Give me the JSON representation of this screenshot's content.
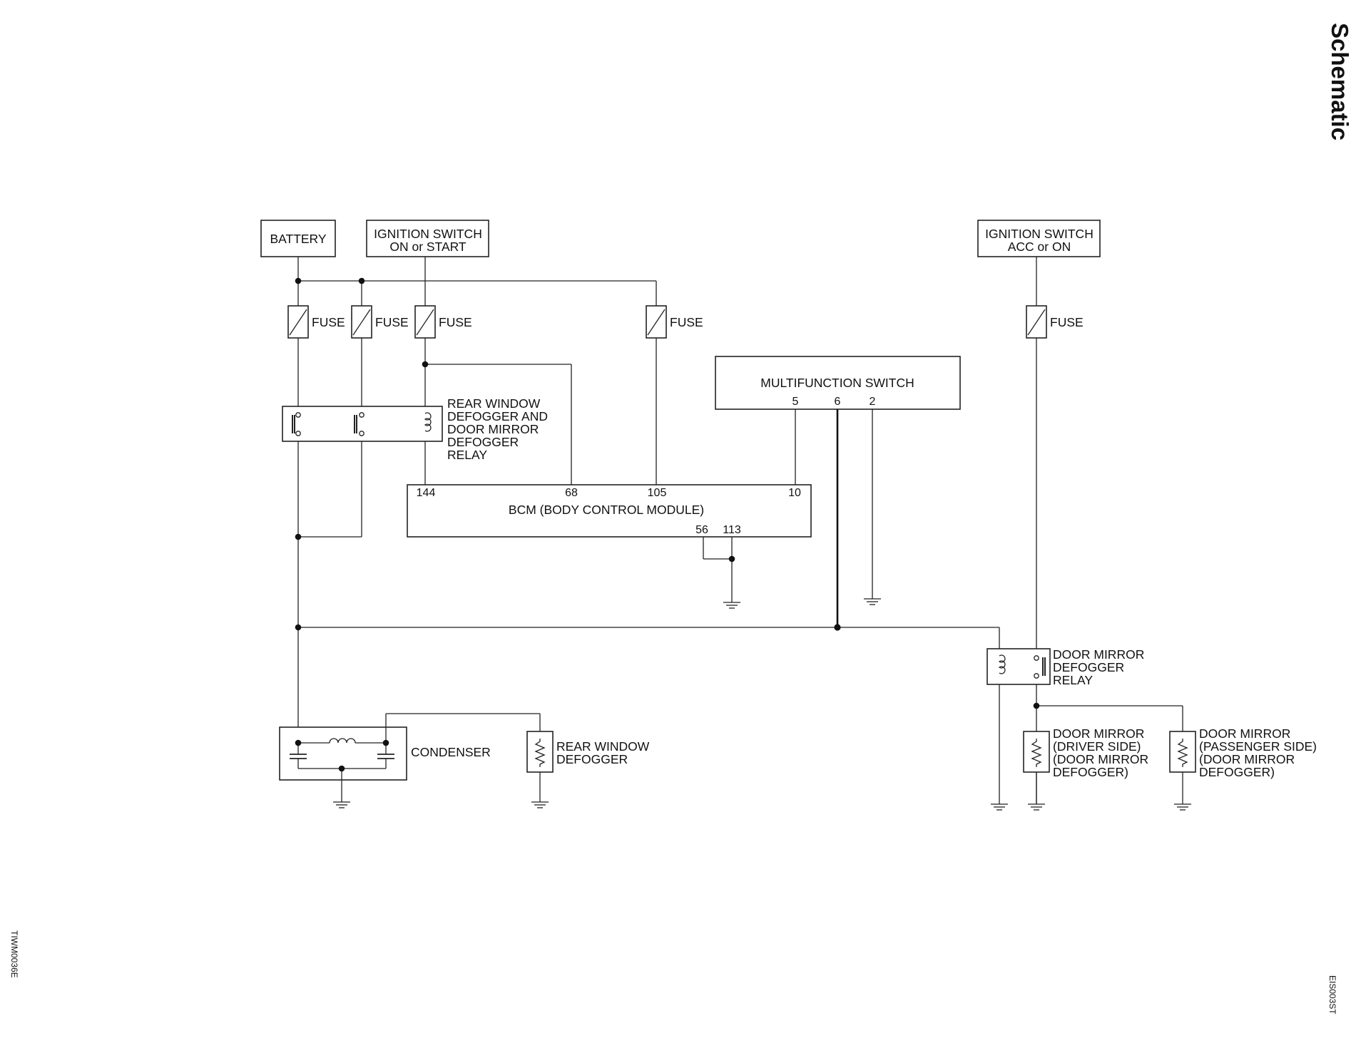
{
  "page": {
    "title": "Schematic",
    "code_left": "TIWM0036E",
    "code_right": "EIS003ST"
  },
  "sources": {
    "battery": "BATTERY",
    "ign_on_start_1": "IGNITION SWITCH",
    "ign_on_start_2": "ON or START",
    "ign_acc_on_1": "IGNITION SWITCH",
    "ign_acc_on_2": "ACC or ON"
  },
  "fuse_label": "FUSE",
  "relay_main": {
    "l1": "REAR WINDOW",
    "l2": "DEFOGGER AND",
    "l3": "DOOR MIRROR",
    "l4": "DEFOGGER",
    "l5": "RELAY"
  },
  "multifunction_switch": {
    "name": "MULTIFUNCTION SWITCH",
    "pins": [
      "5",
      "6",
      "2"
    ]
  },
  "bcm": {
    "name": "BCM (BODY CONTROL MODULE)",
    "pins_top": [
      "144",
      "68",
      "105",
      "10"
    ],
    "pins_bottom": [
      "56",
      "113"
    ]
  },
  "door_mirror_relay": {
    "l1": "DOOR MIRROR",
    "l2": "DEFOGGER",
    "l3": "RELAY"
  },
  "condenser": "CONDENSER",
  "rear_defogger": {
    "l1": "REAR WINDOW",
    "l2": "DEFOGGER"
  },
  "mirror_driver": {
    "l1": "DOOR MIRROR",
    "l2": "(DRIVER SIDE)",
    "l3": "(DOOR MIRROR",
    "l4": " DEFOGGER)"
  },
  "mirror_passenger": {
    "l1": "DOOR MIRROR",
    "l2": "(PASSENGER SIDE)",
    "l3": "(DOOR MIRROR",
    "l4": " DEFOGGER)"
  }
}
